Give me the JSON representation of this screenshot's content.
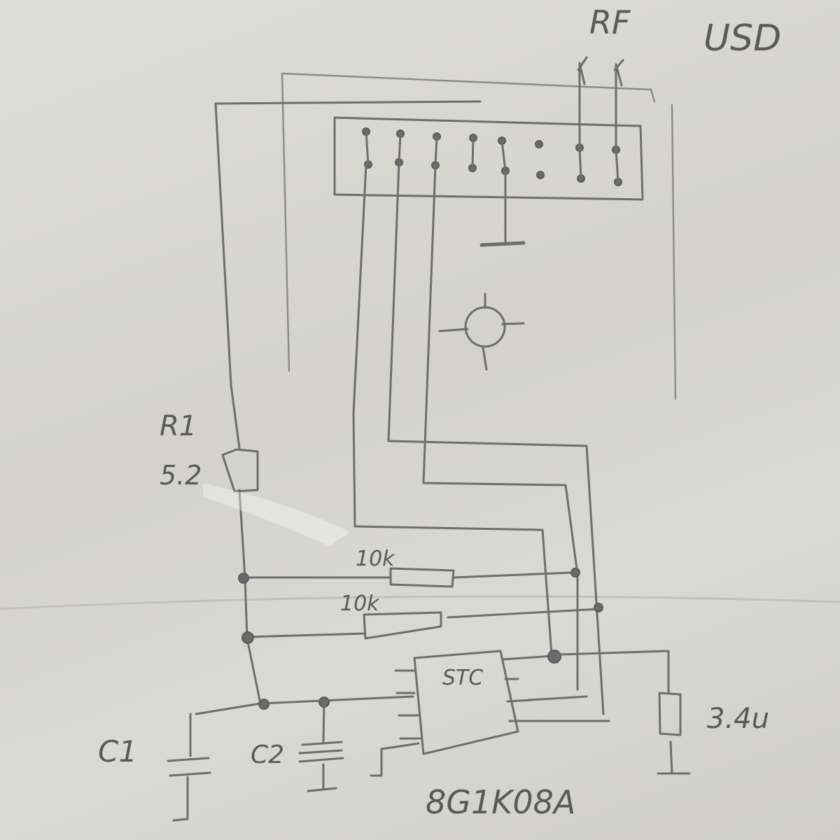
{
  "labels": {
    "rf": "RF",
    "usd": "USD",
    "r1_name": "R1",
    "r1_value": "5.2",
    "res_a": "10k",
    "res_b": "10k",
    "ic_name": "STC",
    "ic_part": "8G1K08A",
    "crystal": "3.4u",
    "c1": "C1",
    "c2": "C2"
  }
}
